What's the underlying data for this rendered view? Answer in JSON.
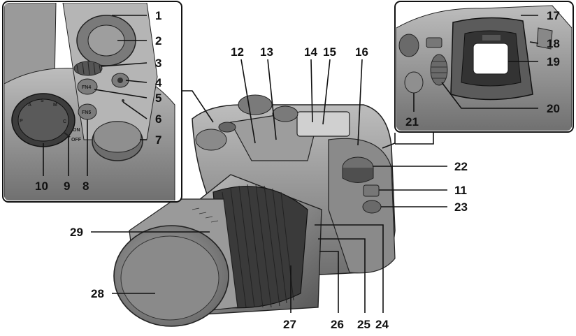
{
  "figure": {
    "callouts": [
      "1",
      "2",
      "3",
      "4",
      "5",
      "6",
      "7",
      "8",
      "9",
      "10",
      "11",
      "12",
      "13",
      "14",
      "15",
      "16",
      "17",
      "18",
      "19",
      "20",
      "21",
      "22",
      "23",
      "24",
      "25",
      "26",
      "27",
      "28",
      "29"
    ],
    "dial_marks": {
      "fn1": "FN4",
      "fn2": "FN5",
      "on": "ON",
      "off": "OFF",
      "mode_dial": [
        "P",
        "A",
        "S",
        "M",
        "C"
      ]
    }
  }
}
